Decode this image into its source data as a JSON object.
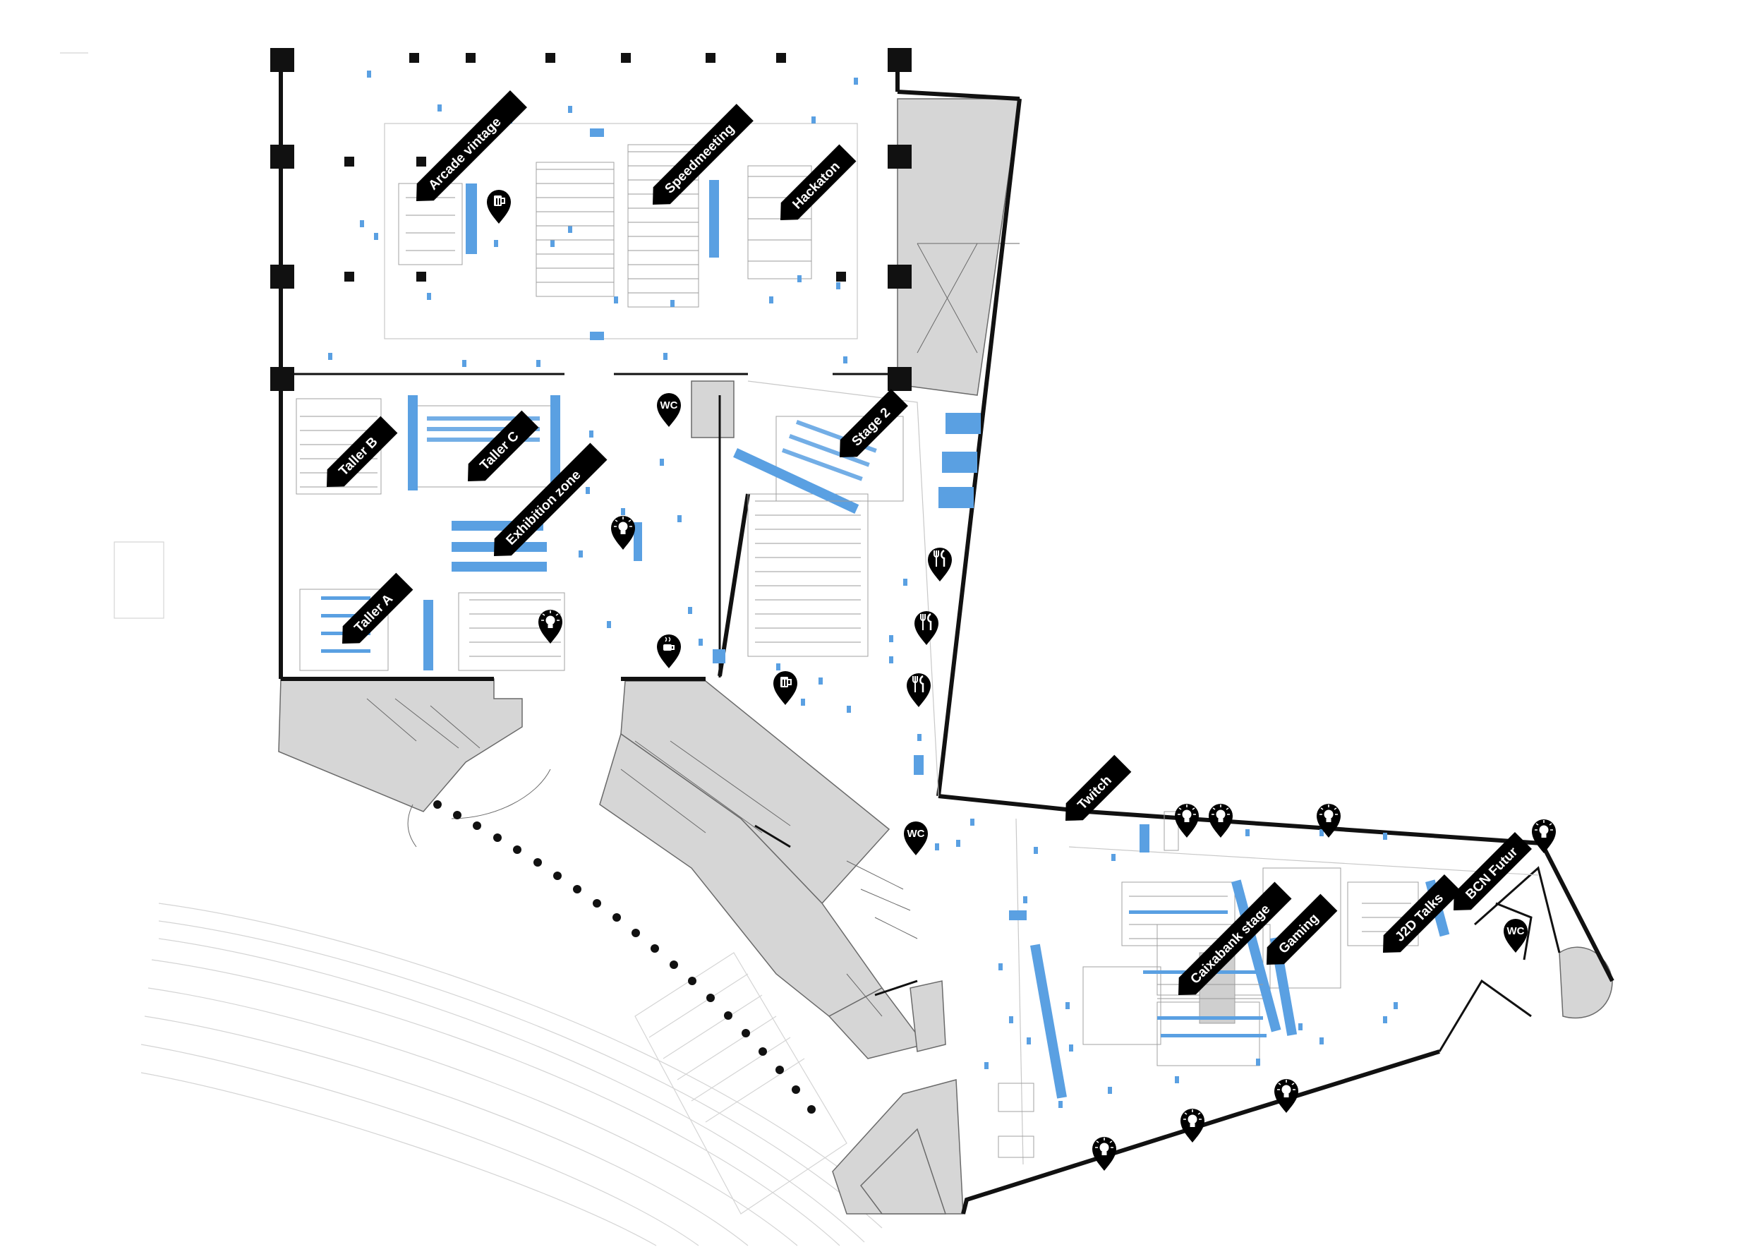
{
  "map": {
    "colors": {
      "wall": "#111111",
      "service": "#d6d6d6",
      "service_stroke": "#6a6a6a",
      "furniture": "#b9b9b9",
      "blue": "#5aa0e2",
      "label_bg": "#000000",
      "label_text": "#ffffff"
    },
    "zones": [
      {
        "name": "arcade-vintage-label",
        "text": "Arcade vintage"
      },
      {
        "name": "speedmeeting-label",
        "text": "Speedmeeting"
      },
      {
        "name": "hackaton-label",
        "text": "Hackaton"
      },
      {
        "name": "stage-2-label",
        "text": "Stage 2"
      },
      {
        "name": "taller-b-label",
        "text": "Taller B"
      },
      {
        "name": "taller-c-label",
        "text": "Taller C"
      },
      {
        "name": "exhibition-zone-label",
        "text": "Exhibition zone"
      },
      {
        "name": "taller-a-label",
        "text": "Taller A"
      },
      {
        "name": "twitch-label",
        "text": "Twitch"
      },
      {
        "name": "caixabank-stage-label",
        "text": "Caixabank stage"
      },
      {
        "name": "gaming-label",
        "text": "Gaming"
      },
      {
        "name": "j2d-talks-label",
        "text": "J2D Talks"
      },
      {
        "name": "bcn-futur-label",
        "text": "BCN Futur"
      }
    ],
    "pins": [
      {
        "name": "beer-pin",
        "type": "beer-icon"
      },
      {
        "name": "wc-pin",
        "type": "wc",
        "text": "WC"
      },
      {
        "name": "idea-pin",
        "type": "lightbulb-icon"
      },
      {
        "name": "coffee-pin",
        "type": "coffee-icon"
      },
      {
        "name": "food-pin",
        "type": "fork-knife-icon"
      }
    ]
  }
}
